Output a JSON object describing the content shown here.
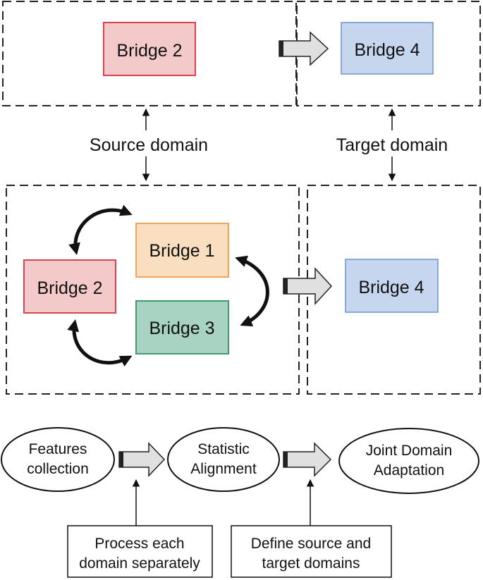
{
  "top_section": {
    "source_box": {
      "label": "Bridge 2",
      "fill": "#f3c9c9",
      "stroke": "#d9434e"
    },
    "target_box": {
      "label": "Bridge 4",
      "fill": "#c6d6ef",
      "stroke": "#6b93cf"
    }
  },
  "domain_labels": {
    "source": "Source domain",
    "target": "Target domain"
  },
  "middle_section": {
    "bridges": [
      {
        "label": "Bridge 2",
        "fill": "#f3c9c9",
        "stroke": "#d9434e"
      },
      {
        "label": "Bridge 1",
        "fill": "#f9dec0",
        "stroke": "#f1a35c"
      },
      {
        "label": "Bridge 3",
        "fill": "#a8d2c1",
        "stroke": "#3f9a6f"
      },
      {
        "label": "Bridge 4",
        "fill": "#c6d6ef",
        "stroke": "#6b93cf"
      }
    ]
  },
  "pipeline": {
    "steps": [
      {
        "line1": "Features",
        "line2": "collection"
      },
      {
        "line1": "Statistic",
        "line2": "Alignment"
      },
      {
        "line1": "Joint Domain",
        "line2": "Adaptation"
      }
    ],
    "notes": [
      {
        "line1": "Process each",
        "line2": "domain separately"
      },
      {
        "line1": "Define source and",
        "line2": "target domains"
      }
    ]
  },
  "arrow_fill": "#e0e0e0"
}
